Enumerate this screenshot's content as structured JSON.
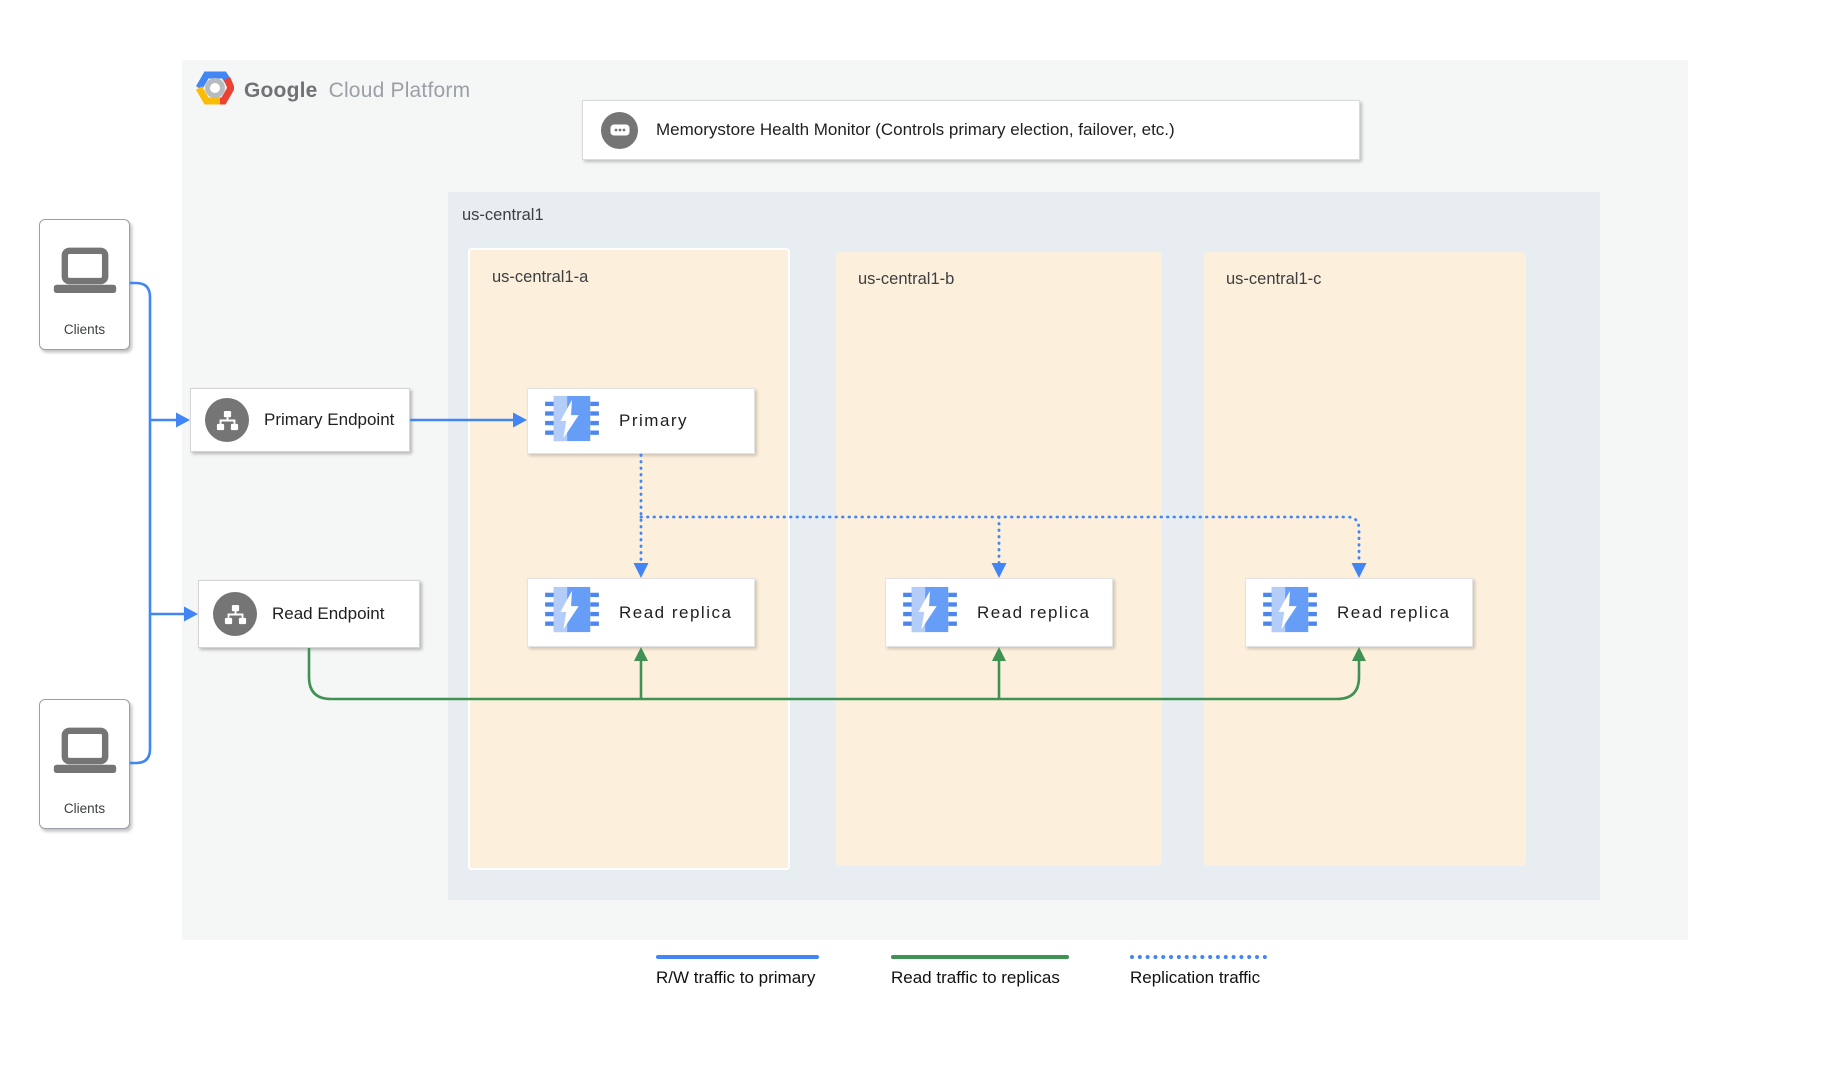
{
  "brand": {
    "bold": "Google",
    "light": "Cloud Platform"
  },
  "monitor": {
    "label": "Memorystore Health Monitor (Controls primary election, failover, etc.)"
  },
  "region": {
    "label": "us-central1",
    "zones": [
      {
        "label": "us-central1-a"
      },
      {
        "label": "us-central1-b"
      },
      {
        "label": "us-central1-c"
      }
    ]
  },
  "nodes": {
    "primary": {
      "label": "Primary"
    },
    "replica_a": {
      "label": "Read replica"
    },
    "replica_b": {
      "label": "Read replica"
    },
    "replica_c": {
      "label": "Read replica"
    }
  },
  "endpoints": {
    "primary": {
      "label": "Primary Endpoint"
    },
    "read": {
      "label": "Read Endpoint"
    }
  },
  "clients": {
    "top": {
      "label": "Clients"
    },
    "bottom": {
      "label": "Clients"
    }
  },
  "legend": [
    {
      "label": "R/W traffic to primary",
      "style": "solid",
      "color": "#4285f4"
    },
    {
      "label": "Read traffic to replicas",
      "style": "solid",
      "color": "#3f9154"
    },
    {
      "label": "Replication traffic",
      "style": "dotted",
      "color": "#4285f4"
    }
  ],
  "colors": {
    "rw_traffic": "#4285f4",
    "read_traffic": "#3f9154",
    "replication_traffic": "#4285f4",
    "zone_fill": "#fcefdc",
    "region_fill": "#e8edf2",
    "panel_fill": "#f5f6f6",
    "icon_gray": "#757575"
  }
}
